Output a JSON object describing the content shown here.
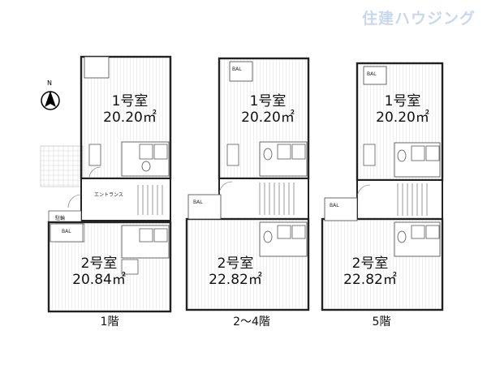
{
  "logo": {
    "text": "住建ハウジング",
    "color": "#c9d8ee"
  },
  "compass": {
    "label": "N"
  },
  "floors": [
    {
      "floor_label": "1階",
      "units": [
        {
          "name": "1号室",
          "area": "20.20㎡"
        },
        {
          "name": "2号室",
          "area": "20.84㎡"
        }
      ],
      "annotations": {
        "entrance": "エントランス",
        "bike": "駐輪",
        "balcony": "BAL"
      }
    },
    {
      "floor_label": "2～4階",
      "units": [
        {
          "name": "1号室",
          "area": "20.20㎡"
        },
        {
          "name": "2号室",
          "area": "22.82㎡"
        }
      ],
      "annotations": {
        "balcony_top": "BAL",
        "balcony_bottom": "BAL"
      }
    },
    {
      "floor_label": "5階",
      "units": [
        {
          "name": "1号室",
          "area": "20.20㎡"
        },
        {
          "name": "2号室",
          "area": "22.82㎡"
        }
      ],
      "annotations": {
        "balcony_top": "BAL",
        "balcony_bottom": "BAL"
      }
    }
  ]
}
